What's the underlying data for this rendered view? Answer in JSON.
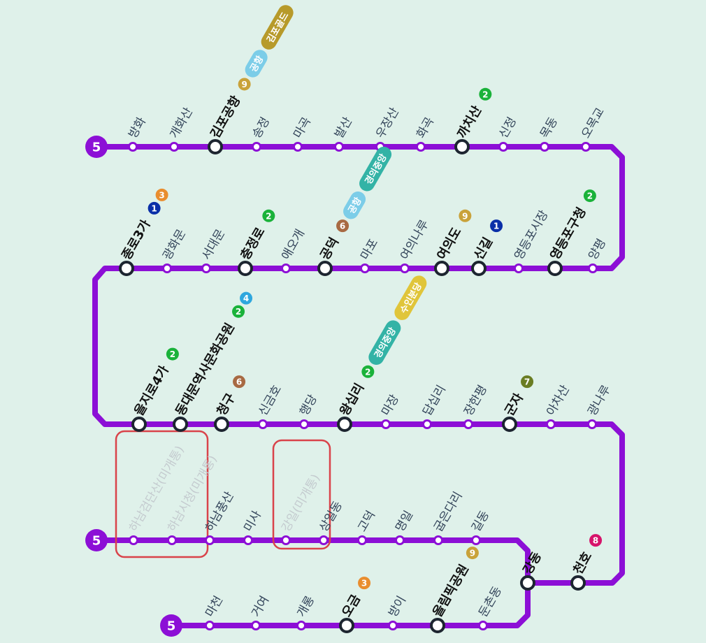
{
  "line": {
    "number": "5",
    "color": "#8c0fd6",
    "terminus_labels": [
      "5",
      "5",
      "5"
    ]
  },
  "line_colors": {
    "1": "#0a2fa8",
    "2": "#1ab23a",
    "3": "#e98d2e",
    "4": "#2ea7de",
    "6": "#a86a43",
    "7": "#6a7d23",
    "8": "#d6136a",
    "9": "#c9a23a",
    "공항": "#7ccde8",
    "경의중앙": "#33b3a6",
    "김포골드": "#b79a2a",
    "수인분당": "#e0c53a"
  },
  "stations": [
    {
      "name": "방화",
      "major": false
    },
    {
      "name": "개화산",
      "major": false
    },
    {
      "name": "김포공항",
      "major": true,
      "transfers": [
        "9",
        "공항",
        "김포골드"
      ]
    },
    {
      "name": "송정",
      "major": false
    },
    {
      "name": "마곡",
      "major": false
    },
    {
      "name": "발산",
      "major": false
    },
    {
      "name": "우장산",
      "major": false
    },
    {
      "name": "화곡",
      "major": false
    },
    {
      "name": "까치산",
      "major": true,
      "transfers": [
        "2"
      ]
    },
    {
      "name": "신정",
      "major": false
    },
    {
      "name": "목동",
      "major": false
    },
    {
      "name": "오목교",
      "major": false
    },
    {
      "name": "양평",
      "major": false
    },
    {
      "name": "영등포구청",
      "major": true,
      "transfers": [
        "2"
      ]
    },
    {
      "name": "영등포시장",
      "major": false
    },
    {
      "name": "신길",
      "major": true,
      "transfers": [
        "1"
      ]
    },
    {
      "name": "여의도",
      "major": true,
      "transfers": [
        "9"
      ]
    },
    {
      "name": "여의나루",
      "major": false
    },
    {
      "name": "마포",
      "major": false
    },
    {
      "name": "공덕",
      "major": true,
      "transfers": [
        "6",
        "공항",
        "경의중앙"
      ]
    },
    {
      "name": "애오개",
      "major": false
    },
    {
      "name": "충정로",
      "major": true,
      "transfers": [
        "2"
      ]
    },
    {
      "name": "서대문",
      "major": false
    },
    {
      "name": "광화문",
      "major": false
    },
    {
      "name": "종로3가",
      "major": true,
      "transfers": [
        "1",
        "3"
      ]
    },
    {
      "name": "을지로4가",
      "major": true,
      "transfers": [
        "2"
      ]
    },
    {
      "name": "동대문역사문화공원",
      "major": true,
      "transfers": [
        "2",
        "4"
      ]
    },
    {
      "name": "청구",
      "major": true,
      "transfers": [
        "6"
      ]
    },
    {
      "name": "신금호",
      "major": false
    },
    {
      "name": "행당",
      "major": false
    },
    {
      "name": "왕십리",
      "major": true,
      "transfers": [
        "2",
        "경의중앙",
        "수인분당"
      ]
    },
    {
      "name": "마장",
      "major": false
    },
    {
      "name": "답십리",
      "major": false
    },
    {
      "name": "장한평",
      "major": false
    },
    {
      "name": "군자",
      "major": true,
      "transfers": [
        "7"
      ]
    },
    {
      "name": "아차산",
      "major": false
    },
    {
      "name": "광나루",
      "major": false
    },
    {
      "name": "천호",
      "major": true,
      "transfers": [
        "8"
      ]
    },
    {
      "name": "강동",
      "major": true
    },
    {
      "name": "하남검단산(미개통)",
      "major": false,
      "unopened": true
    },
    {
      "name": "하남시청(미개통)",
      "major": false,
      "unopened": true
    },
    {
      "name": "하남풍산",
      "major": false
    },
    {
      "name": "미사",
      "major": false
    },
    {
      "name": "강일(미개통)",
      "major": false,
      "unopened": true
    },
    {
      "name": "상일동",
      "major": false
    },
    {
      "name": "고덕",
      "major": false
    },
    {
      "name": "명일",
      "major": false
    },
    {
      "name": "굽은다리",
      "major": false
    },
    {
      "name": "길동",
      "major": false
    },
    {
      "name": "둔촌동",
      "major": false
    },
    {
      "name": "올림픽공원",
      "major": true,
      "transfers": [
        "9"
      ]
    },
    {
      "name": "방이",
      "major": false
    },
    {
      "name": "오금",
      "major": true,
      "transfers": [
        "3"
      ]
    },
    {
      "name": "개롱",
      "major": false
    },
    {
      "name": "거여",
      "major": false
    },
    {
      "name": "마천",
      "major": false
    }
  ],
  "highlight_boxes": [
    {
      "label": "unopened-hanam"
    },
    {
      "label": "unopened-gangil"
    }
  ]
}
